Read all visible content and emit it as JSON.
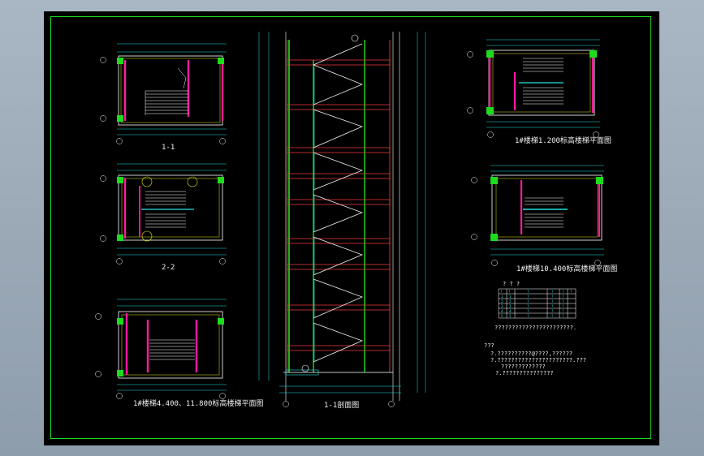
{
  "captions": {
    "plan_a": "1-1",
    "plan_b": "2-2",
    "plan_c": "1#楼梯4.400、11.800标高楼梯平面图",
    "section": "1-1剖面图",
    "plan_d": "1#楼梯1.200标高楼梯平面图",
    "plan_e": "1#楼梯10.400标高楼梯平面图"
  },
  "schedule": {
    "title": "? ? ?",
    "header": [
      "?",
      "?",
      "?",
      "?",
      "?",
      "?"
    ],
    "rows": [
      [
        "1",
        "1",
        "?",
        "?",
        "?"
      ],
      [
        "2",
        "2",
        "?",
        "?",
        "?"
      ],
      [
        "3",
        "3",
        "?",
        "?",
        "?"
      ],
      [
        "4",
        "4",
        "?",
        "?",
        "?"
      ],
      [
        "5",
        "5",
        "?",
        "?",
        "?"
      ]
    ],
    "footnote": "???????????????????????."
  },
  "notes": {
    "title": "???",
    "lines": [
      "?.??????????@????,??????",
      "?.??????????????????????.???",
      "?????????????",
      "?.???????????????"
    ]
  },
  "colors": {
    "frame": "#1cdc1c",
    "stair": "#ffffff",
    "wall": "#ff1aa0",
    "grid": "#22e0e0",
    "dim": "#22e0e0",
    "slab": "#ff4040",
    "column": "#1cdc1c",
    "text": "#f0f0f0",
    "yellow": "#e6e61a"
  }
}
